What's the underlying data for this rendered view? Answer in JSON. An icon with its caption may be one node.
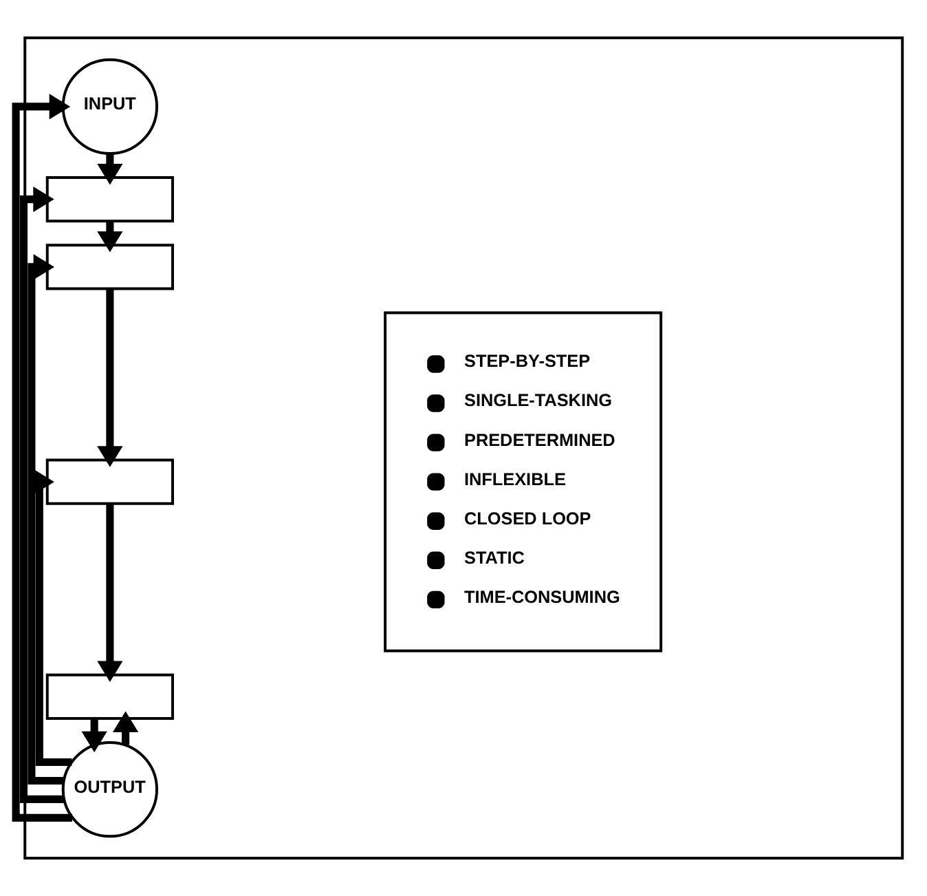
{
  "diagram": {
    "nodes": [
      {
        "text": [],
        "shape": "box"
      },
      {
        "text": [
          "INPUT"
        ],
        "in": 0
      },
      {
        "text": [],
        "shape": "box",
        "in": 0
      },
      {
        "text": [],
        "shape": "box",
        "in": 0
      },
      {
        "text": [],
        "shape": "box",
        "in": 0
      },
      {
        "text": [],
        "shape": "box",
        "in": 0
      },
      {
        "text": [
          "OUTPUT"
        ],
        "in": 0
      },
      {
        "text": [
          "STEP-BY-STEP",
          "SINGLE-TASKING",
          "PREDETERMINED",
          "INFLEXIBLE",
          "CLOSED LOOP",
          "STATIC",
          "TIME-CONSUMING"
        ],
        "in": 0
      }
    ],
    "edges": [
      {
        "from": 1,
        "to": 2,
        "arrow": "to"
      },
      {
        "from": 2,
        "to": 3,
        "arrow": "to"
      },
      {
        "from": 3,
        "to": 4,
        "arrow": "to"
      },
      {
        "from": 4,
        "to": 5,
        "arrow": "to"
      },
      {
        "from": 5,
        "to": 6,
        "arrow": "to"
      },
      {
        "from": 6,
        "to": 1,
        "arrow": "to"
      },
      {
        "from": 6,
        "to": 2,
        "arrow": "to"
      },
      {
        "from": 6,
        "to": 3,
        "arrow": "to"
      },
      {
        "from": 6,
        "to": 4,
        "arrow": "to"
      },
      {
        "from": 6,
        "to": 5,
        "arrow": "to"
      }
    ]
  }
}
